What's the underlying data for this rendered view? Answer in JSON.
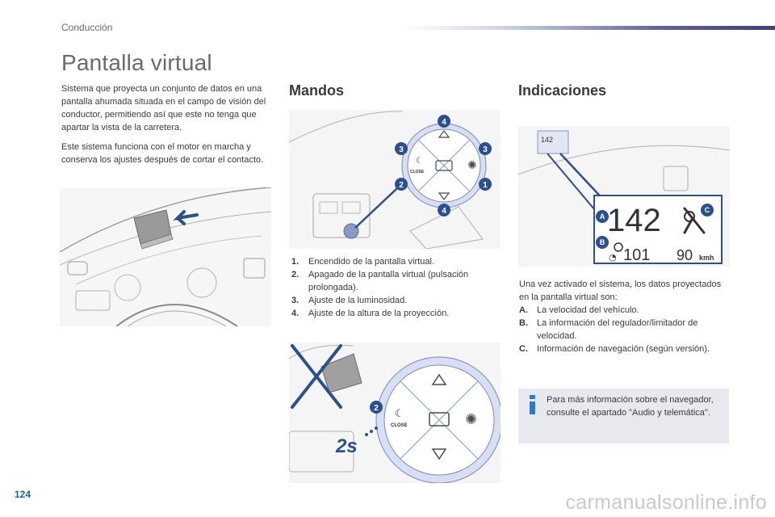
{
  "header": {
    "section": "Conducción"
  },
  "page": {
    "title": "Pantalla virtual",
    "number": "124"
  },
  "intro": {
    "p1": "Sistema que proyecta un conjunto de datos en una pantalla ahumada situada en el campo de visión del conductor, permitiendo así que este no tenga que apartar la vista de la carretera.",
    "p2": "Este sistema funciona con el motor en marcha y conserva los ajustes después de cortar el contacto."
  },
  "mandos": {
    "title": "Mandos",
    "items": [
      {
        "num": "1.",
        "text": "Encendido de la pantalla virtual."
      },
      {
        "num": "2.",
        "text": "Apagado de la pantalla virtual (pulsación prolongada)."
      },
      {
        "num": "3.",
        "text": "Ajuste de la luminosidad."
      },
      {
        "num": "4.",
        "text": "Ajuste de la altura de la proyección."
      }
    ],
    "figure_labels": {
      "one": "1",
      "two": "2",
      "three": "3",
      "four": "4",
      "close": "CLOSE",
      "hold": "2s"
    }
  },
  "indicaciones": {
    "title": "Indicaciones",
    "intro": "Una vez activado el sistema, los datos proyectados en la pantalla virtual son:",
    "items": [
      {
        "key": "A.",
        "text": "La velocidad del vehículo."
      },
      {
        "key": "B.",
        "text": "La información del regulador/limitador de velocidad."
      },
      {
        "key": "C.",
        "text": "Información de navegación (según versión)."
      }
    ],
    "display": {
      "speed": "142",
      "limit": "101",
      "nav_distance": "90",
      "nav_unit": "kmh",
      "mini_speed": "142",
      "label_a": "A",
      "label_b": "B",
      "label_c": "C"
    }
  },
  "info_box": {
    "text": "Para más información sobre el navegador, consulte el apartado \"Audio y telemática\"."
  },
  "footer": {
    "site": "carmanualsonline.info"
  },
  "colors": {
    "accent_blue": "#2d7cc9",
    "badge_blue": "#2c4f8f",
    "header_bar": "#3c4278",
    "panel_bg": "#e8e9ef"
  }
}
